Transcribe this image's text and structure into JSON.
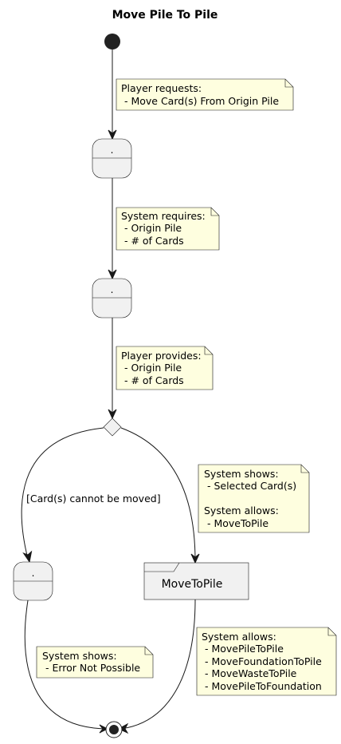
{
  "diagram": {
    "title": "Move Pile To Pile",
    "states": {
      "state1": ".",
      "state2": ".",
      "state_error": "."
    },
    "package": "MoveToPile",
    "guard": "[Card(s) cannot be moved]",
    "notes": {
      "note1": [
        "Player requests:",
        " - Move Card(s) From Origin Pile"
      ],
      "note2": [
        "System requires:",
        " - Origin Pile",
        " - # of Cards"
      ],
      "note3": [
        "Player provides:",
        " - Origin Pile",
        " - # of Cards"
      ],
      "note4": [
        "System shows:",
        " - Selected Card(s)",
        "",
        "System allows:",
        " - MoveToPile"
      ],
      "note5": [
        "System shows:",
        " - Error Not Possible"
      ],
      "note6": [
        "System allows:",
        " - MovePileToPile",
        " - MoveFoundationToPile",
        " - MoveWasteToPile",
        " - MovePileToFoundation"
      ]
    }
  }
}
